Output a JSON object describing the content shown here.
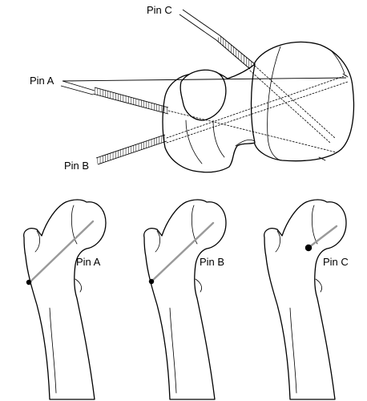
{
  "labels": {
    "top_pin_a": "Pin A",
    "top_pin_b": "Pin B",
    "top_pin_c": "Pin C",
    "panel_a": "Pin A",
    "panel_b": "Pin B",
    "panel_c": "Pin C"
  },
  "colors": {
    "line": "#000000",
    "pin_shaft": "#9a9a9a",
    "background": "#ffffff"
  }
}
